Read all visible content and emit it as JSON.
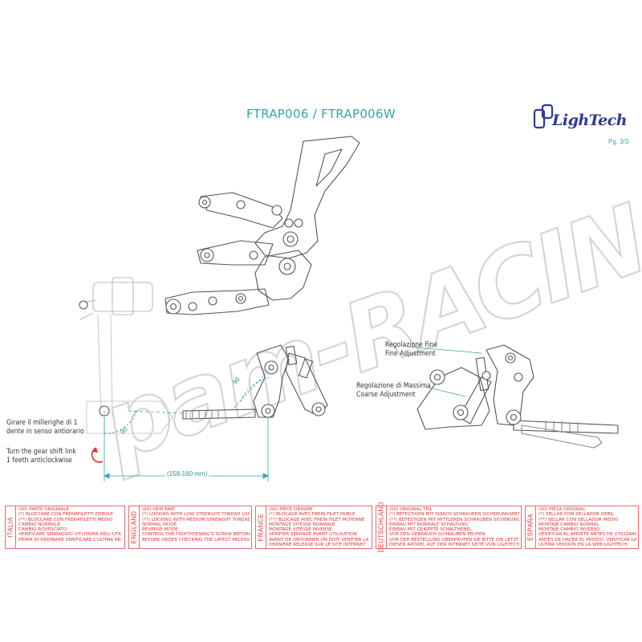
{
  "header": {
    "title": "FTRAP006 / FTRAP006W",
    "page": "Pg. 3/3",
    "logo_text": "LighTech"
  },
  "watermark": "pam-RACING",
  "annotations": {
    "shift_note_it": [
      "Girare il millerighe di 1",
      "dente in senso antiorario"
    ],
    "shift_note_en": [
      "Turn the gear shift link",
      "1 feeth anticlockwise"
    ],
    "fine_it": "Regolazione Fine",
    "fine_en": "Fine Adjustment",
    "coarse_it": "Regolazione di Massima",
    "coarse_en": "Coarse Adjustment",
    "angle_1": "90",
    "angle_2": "90",
    "length_dim": "(158-160 mm)"
  },
  "legend": [
    {
      "country": "ITALIA",
      "lines": [
        "(00) PARTE ORIGINALE",
        "(*) BLOCCARE CON FRENAFILETTI DEBOLE",
        "(**) BLOCCARE CON FRENAFILETTI MEDIO",
        "CAMBIO NORMALE",
        "CAMBIO ROVESCIATO",
        "VERIFICARE SERRAGGIO VITI PRIMA DELL'UTILIZZO",
        "PRIMA DI ORDINARE VERIFICARE L'ULTIMA RELEASE SUL SITO"
      ]
    },
    {
      "country": "ENGLAND",
      "lines": [
        "(00) OEM PART",
        "(*) LOCKING WITH LOW STRENGHT THREAD LOCKER",
        "(**) LOCKING WITH MEDIUM STRENGHT THREAD LOCKER",
        "NORMAL MODE",
        "REVERSE MODE",
        "CONTROL THE TIGHTHTENING'S SCREW BEFORE USING",
        "BEFORE ORDER CHECKING THE LATEST RELEASE ON WEBSITE"
      ]
    },
    {
      "country": "FRANCE",
      "lines": [
        "(00) PIECE ORIGINE",
        "(*) BLOCAGE AVEC FREIN FILET FAIBLE",
        "(**) BLOCAGE AVEC FREIN FILET MOYENNE",
        "MONTAGE VITESSE NORMALE",
        "MONTAGE VITESSE INVERSE",
        "VERIFIER SERRAGE AVANT UTILISATION",
        "AVANT DE ORDONNER ON DOIT VERIFIER LA",
        "DERNIERE RELEASE SUR LE SITE INTERNET"
      ]
    },
    {
      "country": "DEUTSCHLAND",
      "lines": [
        "(00) ORIGINAL TEIL",
        "(*) BEFESTIGEN MIT SWACH SCHRAUBEN SICHERUNGSMITTEL",
        "(**) BEFESTIGEN MIT MITTLEREN SCHRAUBEN SICHERUNGSMITTEL",
        "EINBAU MIT NORMALE SCHALTUNG",
        "EINBAU MIT GEKIPPTE SCHALTHEBEL",
        "VOR DEN GEBRAUCH SCHRAUBEN PRUFEN",
        "VOR DER BESTELLUNG UBERPRUFEN SIE BITTE DIE LETZTE VERSION",
        "DIESER ARTIKEL AUF DER INTERNET SEITE VON LIGHTECH"
      ]
    },
    {
      "country": "ESPAÑA",
      "lines": [
        "(00) PIEZA ORIGINAL",
        "(*) SELLAR CON SELLADOR DEBIL",
        "(**) SELLAR CON SELLADOR MEDIO",
        "MONTAJE CAMBIO NORMAL",
        "MONTAJE CAMBIO INVERSO",
        "VERIFICAR EL APRIETE ANTES DE UTILIZARLO",
        "ANTES DE HACER EL PEDIDO, VERIFICAR LA",
        "ULTIMA VERSION EN LA WEB LIGHTECH"
      ]
    }
  ],
  "colors": {
    "accent_teal": "#3aa3a6",
    "legend_red": "#d33333",
    "logo_blue": "#2f3b8f",
    "drawing_line": "#555555"
  }
}
